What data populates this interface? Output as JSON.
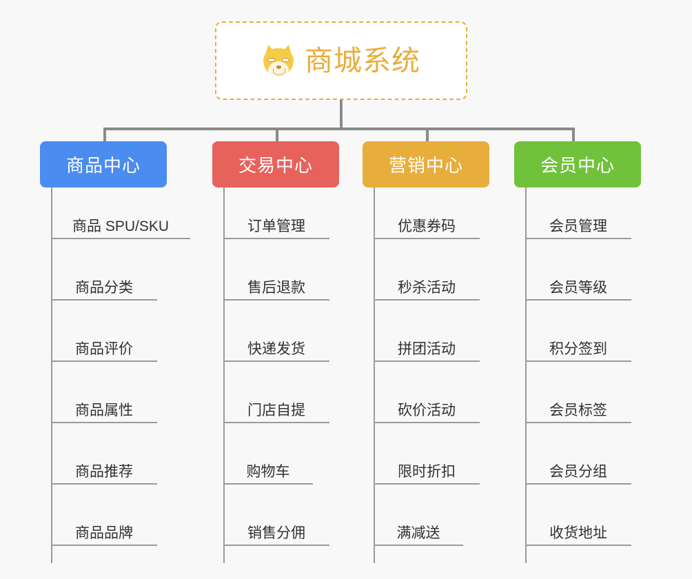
{
  "root": {
    "label": "商城系统",
    "icon": "shiba-inu-dog-icon",
    "accent_color": "#e8ae3c",
    "background": "#ffffff",
    "border_style": "dashed"
  },
  "canvas": {
    "background": "#f8f8f8",
    "connector_color": "#8a8a8a"
  },
  "branches": [
    {
      "id": "product-center",
      "label": "商品中心",
      "color": "#4a8cf0",
      "items": [
        "商品 SPU/SKU",
        "商品分类",
        "商品评价",
        "商品属性",
        "商品推荐",
        "商品品牌"
      ]
    },
    {
      "id": "trade-center",
      "label": "交易中心",
      "color": "#e8625c",
      "items": [
        "订单管理",
        "售后退款",
        "快递发货",
        "门店自提",
        "购物车",
        "销售分佣"
      ]
    },
    {
      "id": "marketing-center",
      "label": "营销中心",
      "color": "#e8ae3c",
      "items": [
        "优惠券码",
        "秒杀活动",
        "拼团活动",
        "砍价活动",
        "限时折扣",
        "满减送"
      ]
    },
    {
      "id": "member-center",
      "label": "会员中心",
      "color": "#71c23b",
      "items": [
        "会员管理",
        "会员等级",
        "积分签到",
        "会员标签",
        "会员分组",
        "收货地址"
      ]
    }
  ]
}
